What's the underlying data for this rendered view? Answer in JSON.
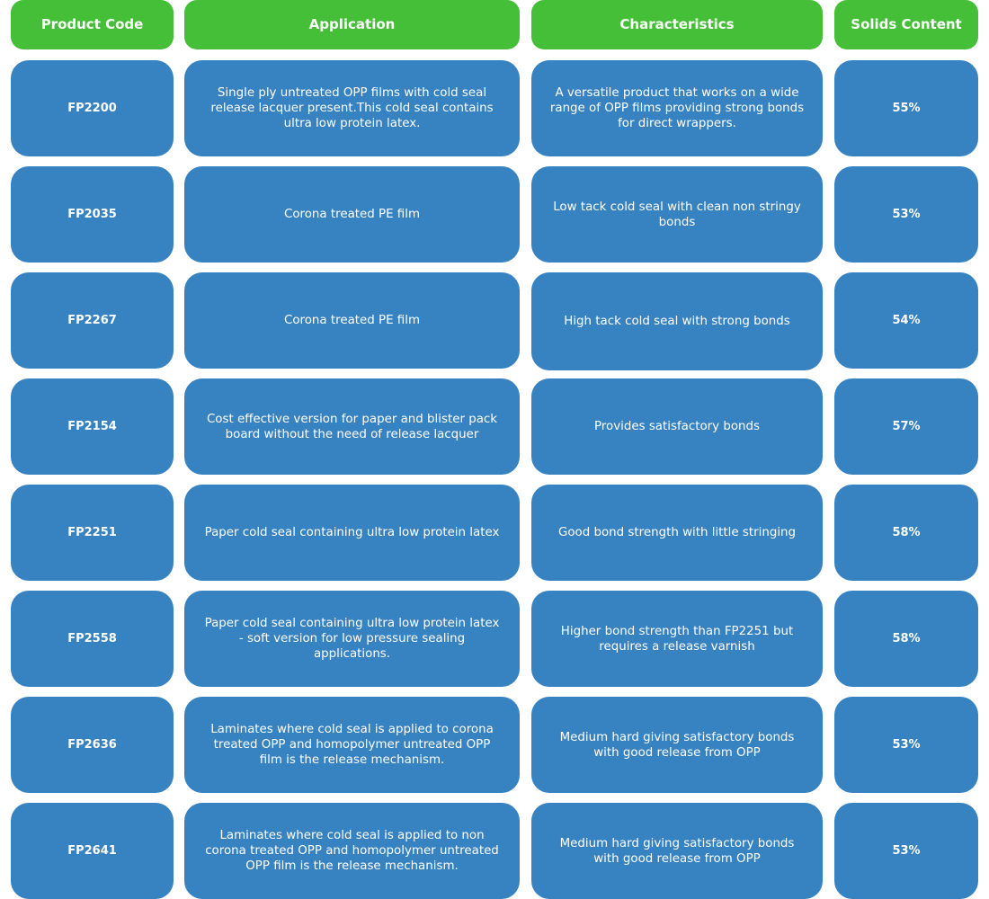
{
  "headers": {
    "product_code": "Product Code",
    "application": "Application",
    "characteristics": "Characteristics",
    "solids_content": "Solids Content"
  },
  "rows": [
    {
      "code": "FP2200",
      "application": "Single ply untreated OPP films with cold seal release lacquer present.This cold seal contains ultra low protein latex.",
      "characteristics": "A versatile product that works on a wide range of OPP films providing strong bonds for direct wrappers.",
      "solids": "55%"
    },
    {
      "code": "FP2035",
      "application": "Corona treated PE film",
      "characteristics": "Low tack cold seal with clean non stringy bonds",
      "solids": "53%"
    },
    {
      "code": "FP2267",
      "application": "Corona treated PE film",
      "characteristics": "High tack cold seal with strong bonds",
      "solids": "54%"
    },
    {
      "code": "FP2154",
      "application": "Cost effective version for paper and blister pack board without the need of release lacquer",
      "characteristics": "Provides satisfactory bonds",
      "solids": "57%"
    },
    {
      "code": "FP2251",
      "application": "Paper cold seal containing ultra low protein latex",
      "characteristics": "Good bond strength with little stringing",
      "solids": "58%"
    },
    {
      "code": "FP2558",
      "application": "Paper cold seal containing ultra low protein latex - soft version for low pressure sealing applications.",
      "characteristics": "Higher bond strength than FP2251 but requires a release varnish",
      "solids": "58%"
    },
    {
      "code": "FP2636",
      "application": "Laminates where cold seal is applied to corona treated OPP and homopolymer untreated OPP film is the release mechanism.",
      "characteristics": "Medium hard giving satisfactory bonds with good release from OPP",
      "solids": "53%"
    },
    {
      "code": "FP2641",
      "application": "Laminates where cold seal is applied to non corona treated OPP and homopolymer untreated OPP film is the release mechanism.",
      "characteristics": "Medium hard giving satisfactory bonds with good release from OPP",
      "solids": "53%"
    }
  ],
  "colors": {
    "header_bg": "#45bf37",
    "cell_bg": "#3782c1",
    "text": "#ffffff"
  }
}
